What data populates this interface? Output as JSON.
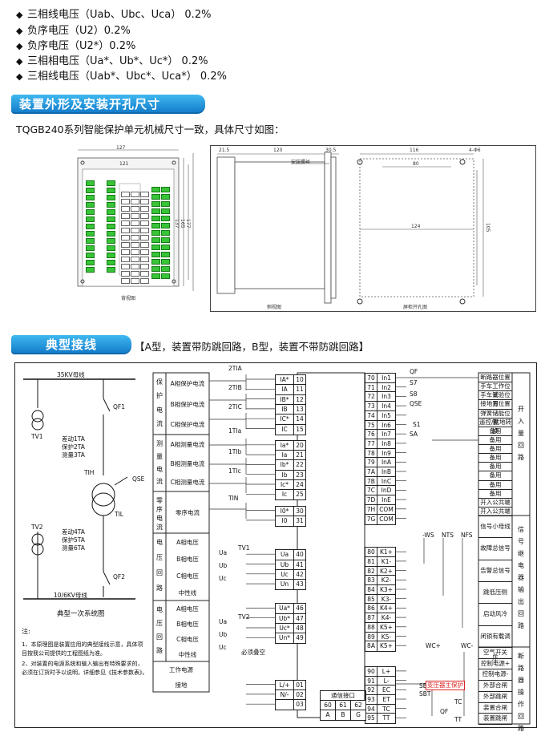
{
  "specs": [
    "三相线电压（Uab、Ubc、Uca） 0.2%",
    "负序电压（U2）0.2%",
    "负序电压（U2*）0.2%",
    "三相相电压（Ua*、Ub*、Uc*） 0.2%",
    "三相线电压（Uab*、Ubc*、Uca*） 0.2%"
  ],
  "bullet": "◆",
  "section1": {
    "title": "装置外形及安装开孔尺寸",
    "intro": "TQGB240系列智能保护单元机械尺寸一致，具体尺寸如图："
  },
  "drawing1": {
    "dim_top": "127",
    "dim_inner": "121",
    "dims_side": [
      "137",
      "165",
      "177"
    ],
    "caption": "背视图"
  },
  "drawing2": {
    "dim_left": "21.5",
    "dim_mid": "120",
    "dim_right": "30.5",
    "label": "安装螺丝",
    "caption": "侧视图"
  },
  "drawing3": {
    "dim_top": "116",
    "dim_mid": "80",
    "dim_right": "4-Φ6",
    "dim_h": "124",
    "dim_side": "105",
    "caption": "屏柜开孔图"
  },
  "section2": {
    "title": "典型接线",
    "subtitle": "【A型，装置带防跳回路，B型，装置不带防跳回路】"
  },
  "primary": {
    "bus_top": "35KV母线",
    "qf1": "QF1",
    "tv1": "TV1",
    "ct_top": [
      "差动1TA",
      "保护2TA",
      "测量3TA"
    ],
    "tih": "TIH",
    "qse": "QSE",
    "til": "TIL",
    "tv2": "TV2",
    "ct_bot": [
      "差动4TA",
      "保护5TA",
      "测量6TA"
    ],
    "qf2": "QF2",
    "bus_bot": "10/6KV母线",
    "caption": "典型一次系统图"
  },
  "notes": {
    "head": "注:",
    "items": [
      "1、本原理图是装置应用的典型接线示意，具体项目按我公司提供的工程图纸为准。",
      "2、对装置的电源系统和输入输出有特殊要求的，必须在订货时予以说明，详细参见《技术参数表》。"
    ]
  },
  "left_groups": [
    {
      "name": "保护电流",
      "rows": [
        "A相保护电流",
        "B相保护电流",
        "C相保护电流"
      ]
    },
    {
      "name": "测量电流",
      "rows": [
        "A相测量电流",
        "B相测量电流",
        "C相测量电流"
      ]
    },
    {
      "name": "零序电流",
      "rows": [
        "零序电流"
      ]
    },
    {
      "name": "电压回路",
      "rows": [
        "A相电压",
        "B相电压",
        "C相电压",
        "中性线"
      ]
    },
    {
      "name": "电压回路",
      "rows": [
        "A相电压",
        "B相电压",
        "C相电压",
        "中性线"
      ]
    },
    {
      "name": "",
      "rows": [
        "工作电源",
        "接地"
      ]
    }
  ],
  "ct_names": [
    "2TIA",
    "2TIB",
    "2TIC",
    "1TIa",
    "1TIb",
    "1TIc",
    "TIN",
    "TV1",
    "TV2"
  ],
  "phase_labels": [
    "Ua",
    "Ub",
    "Uc",
    "Ua",
    "Ub",
    "Uc"
  ],
  "rack_left": [
    [
      "IA*",
      "10"
    ],
    [
      "IA",
      "11"
    ],
    [
      "IB*",
      "12"
    ],
    [
      "IB",
      "13"
    ],
    [
      "IC*",
      "14"
    ],
    [
      "IC",
      "15"
    ],
    [
      "Ia*",
      "20"
    ],
    [
      "Ia",
      "21"
    ],
    [
      "Ib*",
      "22"
    ],
    [
      "Ib",
      "23"
    ],
    [
      "Ic*",
      "24"
    ],
    [
      "Ic",
      "25"
    ],
    [
      "I0*",
      "30"
    ],
    [
      "I0",
      "31"
    ],
    [
      "Ua",
      "40"
    ],
    [
      "Ub",
      "41"
    ],
    [
      "Uc",
      "42"
    ],
    [
      "Un",
      "43"
    ],
    [
      "Ua*",
      "46"
    ],
    [
      "Ub*",
      "47"
    ],
    [
      "Uc*",
      "48"
    ],
    [
      "Un*",
      "49"
    ],
    [
      "L/+",
      "01"
    ],
    [
      "N/-",
      "02"
    ],
    [
      "",
      "03"
    ]
  ],
  "comm": {
    "title": "通信接口",
    "nums": [
      "60",
      "61",
      "62"
    ],
    "letters": [
      "A",
      "B",
      "G"
    ]
  },
  "nimbus": "必须叠空",
  "rack_right": [
    [
      "70",
      "In1"
    ],
    [
      "71",
      "In2"
    ],
    [
      "72",
      "In3"
    ],
    [
      "73",
      "In4"
    ],
    [
      "74",
      "In5"
    ],
    [
      "75",
      "In6"
    ],
    [
      "76",
      "In7"
    ],
    [
      "77",
      "In8"
    ],
    [
      "78",
      "In9"
    ],
    [
      "79",
      "InA"
    ],
    [
      "7A",
      "InB"
    ],
    [
      "7B",
      "InC"
    ],
    [
      "7C",
      "InD"
    ],
    [
      "7D",
      "InE"
    ],
    [
      "7H",
      "COM"
    ],
    [
      "7G",
      "COM"
    ],
    [
      "80",
      "K1+"
    ],
    [
      "81",
      "K1-"
    ],
    [
      "82",
      "K2+"
    ],
    [
      "83",
      "K2-"
    ],
    [
      "84",
      "K3+"
    ],
    [
      "85",
      "K3-"
    ],
    [
      "86",
      "K4+"
    ],
    [
      "87",
      "K4-"
    ],
    [
      "88",
      "K5+"
    ],
    [
      "89",
      "K5-"
    ],
    [
      "8A",
      "K5+"
    ],
    [
      "90",
      "L+"
    ],
    [
      "91",
      "L-"
    ],
    [
      "92",
      "EC"
    ],
    [
      "93",
      "ET"
    ],
    [
      "94",
      "TC"
    ],
    [
      "95",
      "TT"
    ]
  ],
  "switch_labels": [
    "QF",
    "S7",
    "S8",
    "QSE",
    "S1",
    "SA"
  ],
  "signal_labels": [
    "-WS",
    "NTS",
    "NFS"
  ],
  "wc_labels": [
    "WC+",
    "WC-"
  ],
  "sbc_labels": [
    "SBC",
    "SBT"
  ],
  "red_label": "变压器主保护",
  "tc_labels": [
    "TC",
    "QF",
    "TT"
  ],
  "right_list_top": [
    "断路器位置",
    "手车工作位置",
    "手车试验位置",
    "接地刀位置",
    "弹簧储能位置",
    "遥控/就地转换",
    "备用",
    "备用",
    "备用",
    "备用",
    "备用",
    "备用",
    "备用",
    "备用",
    "开入公共端",
    "开入公共端"
  ],
  "right_group_top": "开入量回路",
  "right_list_mid": [
    "信号小母线",
    "故障总信号",
    "告警总信号",
    "跳低压侧",
    "启动风冷",
    "闭锁有载调压"
  ],
  "right_group_mid": "信号继电器输出回路",
  "right_list_bot": [
    "空气开关",
    "控制电源+",
    "控制电源-",
    "外部合闸",
    "外部跳闸",
    "装置合闸",
    "装置跳闸"
  ],
  "right_group_bot": "断路器操作回路",
  "tv_labels": [
    "TV1",
    "TV2"
  ]
}
